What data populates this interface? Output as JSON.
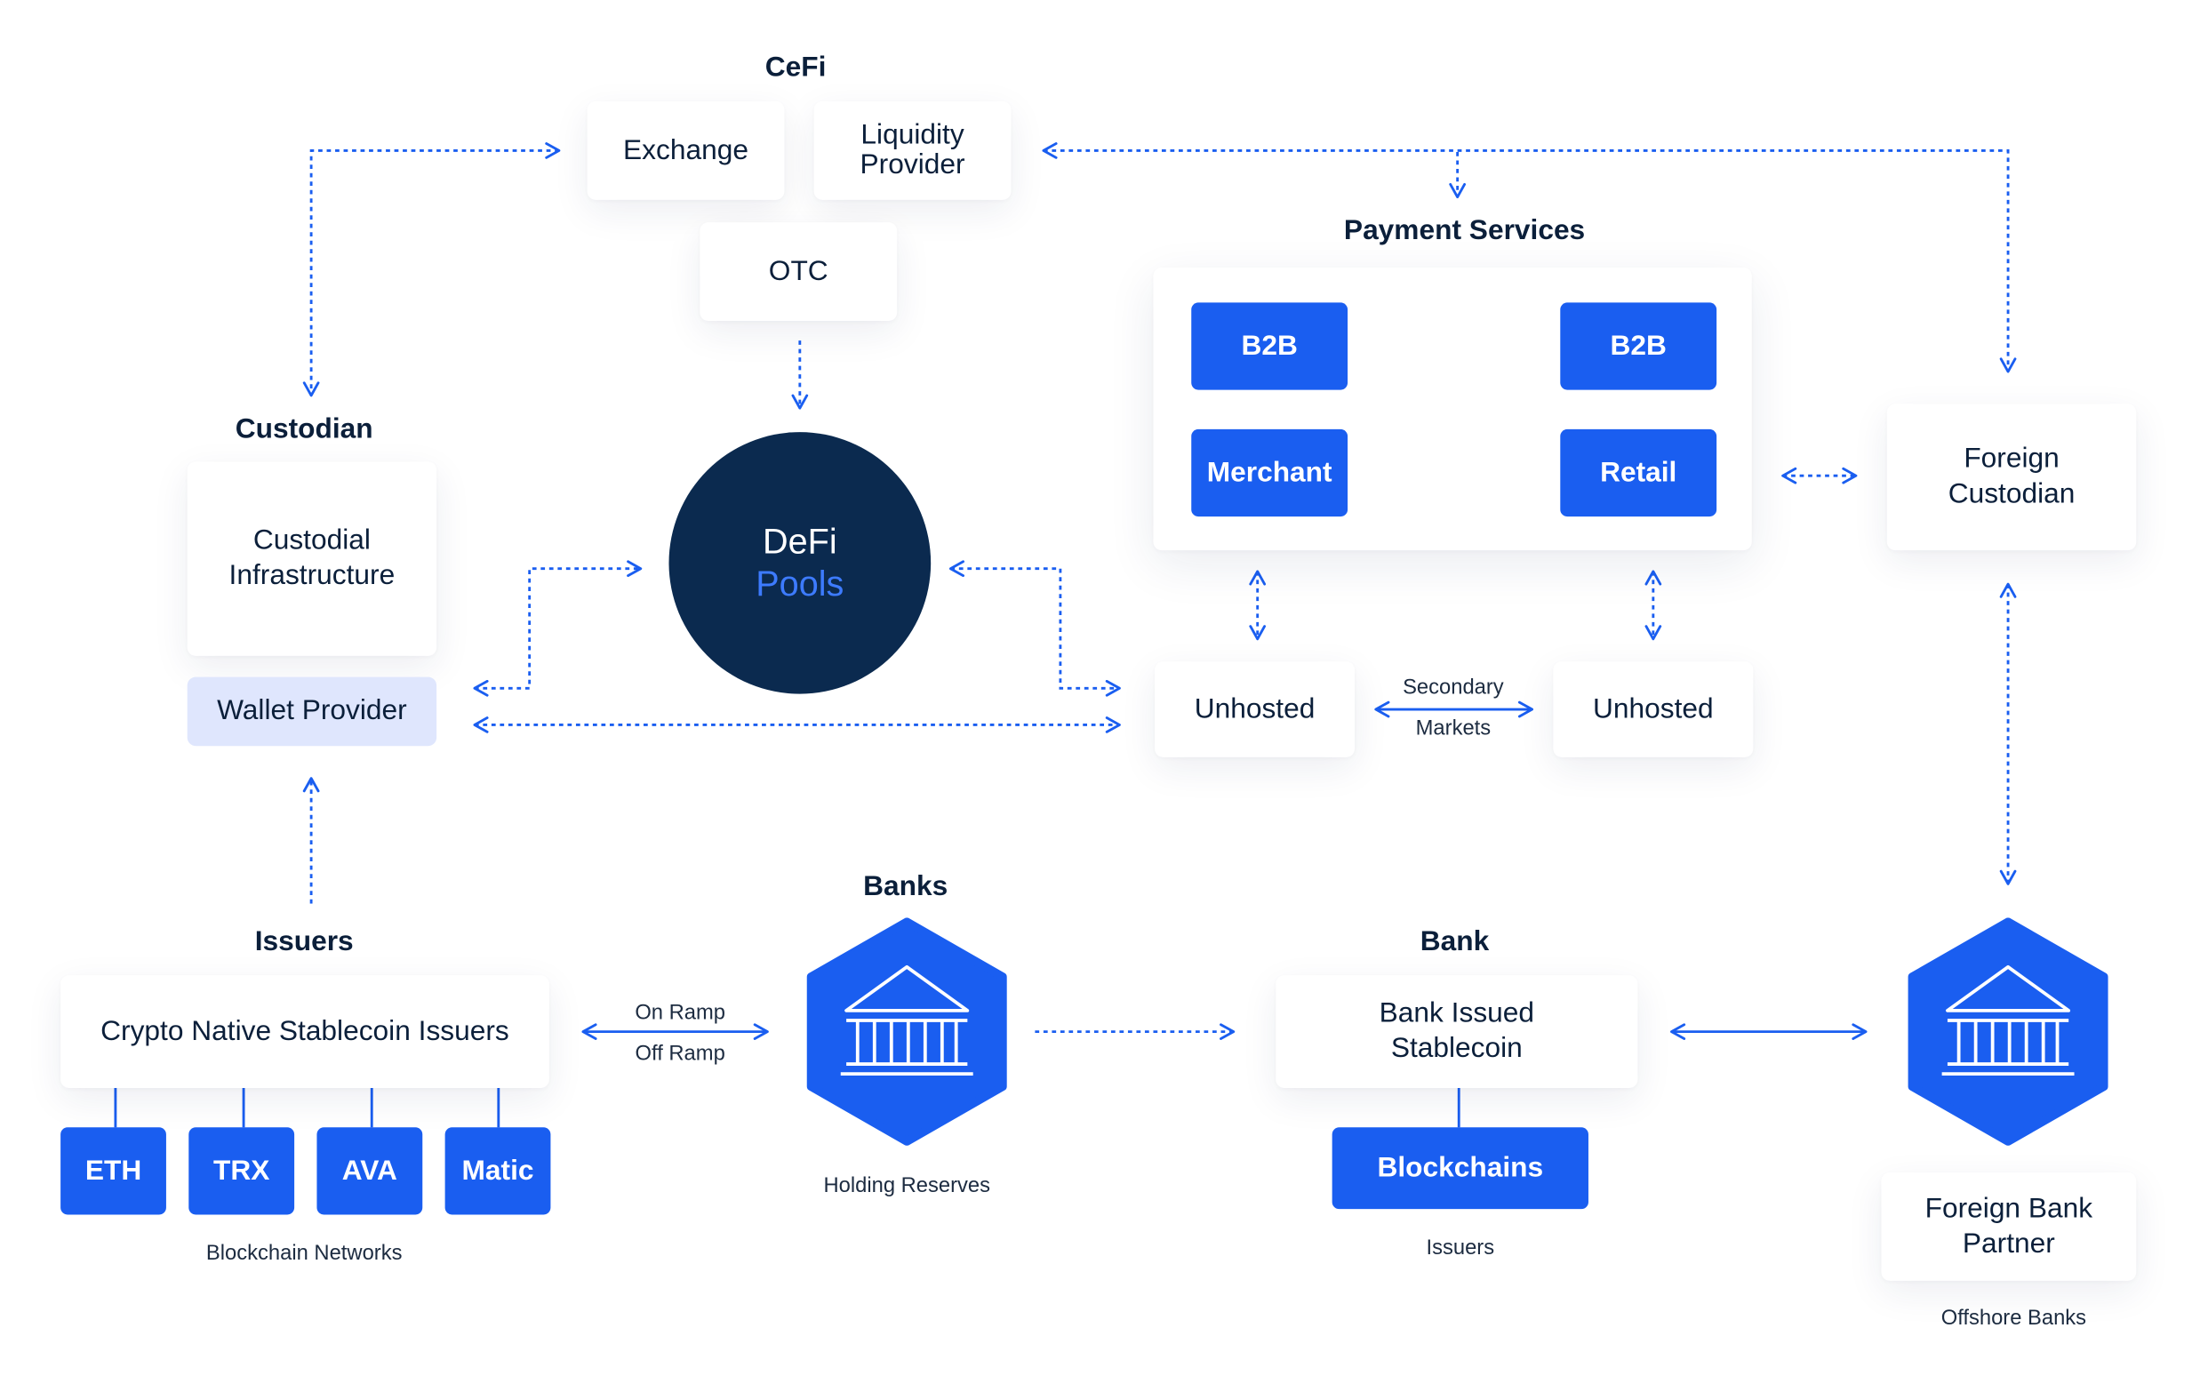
{
  "colors": {
    "accent": "#1a5ef0",
    "navy": "#0b2a4f",
    "text": "#0b1f3a",
    "wallet_bg": "#dfe6fd"
  },
  "headers": {
    "cefi": "CeFi",
    "payment_services": "Payment Services",
    "custodian": "Custodian",
    "banks": "Banks",
    "issuers": "Issuers",
    "bank": "Bank"
  },
  "cefi": {
    "exchange": "Exchange",
    "liquidity_provider": "Liquidity\nProvider",
    "otc": "OTC"
  },
  "defi": {
    "line1": "DeFi",
    "line2": "Pools"
  },
  "payment": {
    "b2b_left": "B2B",
    "b2b_right": "B2B",
    "merchant": "Merchant",
    "retail": "Retail"
  },
  "custodian": {
    "infrastructure": "Custodial\nInfrastructure",
    "wallet_provider": "Wallet Provider"
  },
  "unhosted": {
    "left": "Unhosted",
    "right": "Unhosted",
    "secondary_top": "Secondary",
    "secondary_bottom": "Markets"
  },
  "foreign_custodian": "Foreign\nCustodian",
  "issuers": {
    "crypto_native": "Crypto Native Stablecoin Issuers",
    "networks": [
      "ETH",
      "TRX",
      "AVA",
      "Matic"
    ],
    "networks_caption": "Blockchain Networks"
  },
  "ramps": {
    "on_ramp": "On Ramp",
    "off_ramp": "Off Ramp"
  },
  "banks": {
    "caption": "Holding Reserves",
    "bank_icon": "bank-building-icon"
  },
  "bank": {
    "stablecoin": "Bank Issued\nStablecoin",
    "blockchains": "Blockchains",
    "caption": "Issuers"
  },
  "foreign_bank": {
    "partner": "Foreign Bank\nPartner",
    "caption": "Offshore Banks",
    "bank_icon": "bank-building-icon"
  }
}
